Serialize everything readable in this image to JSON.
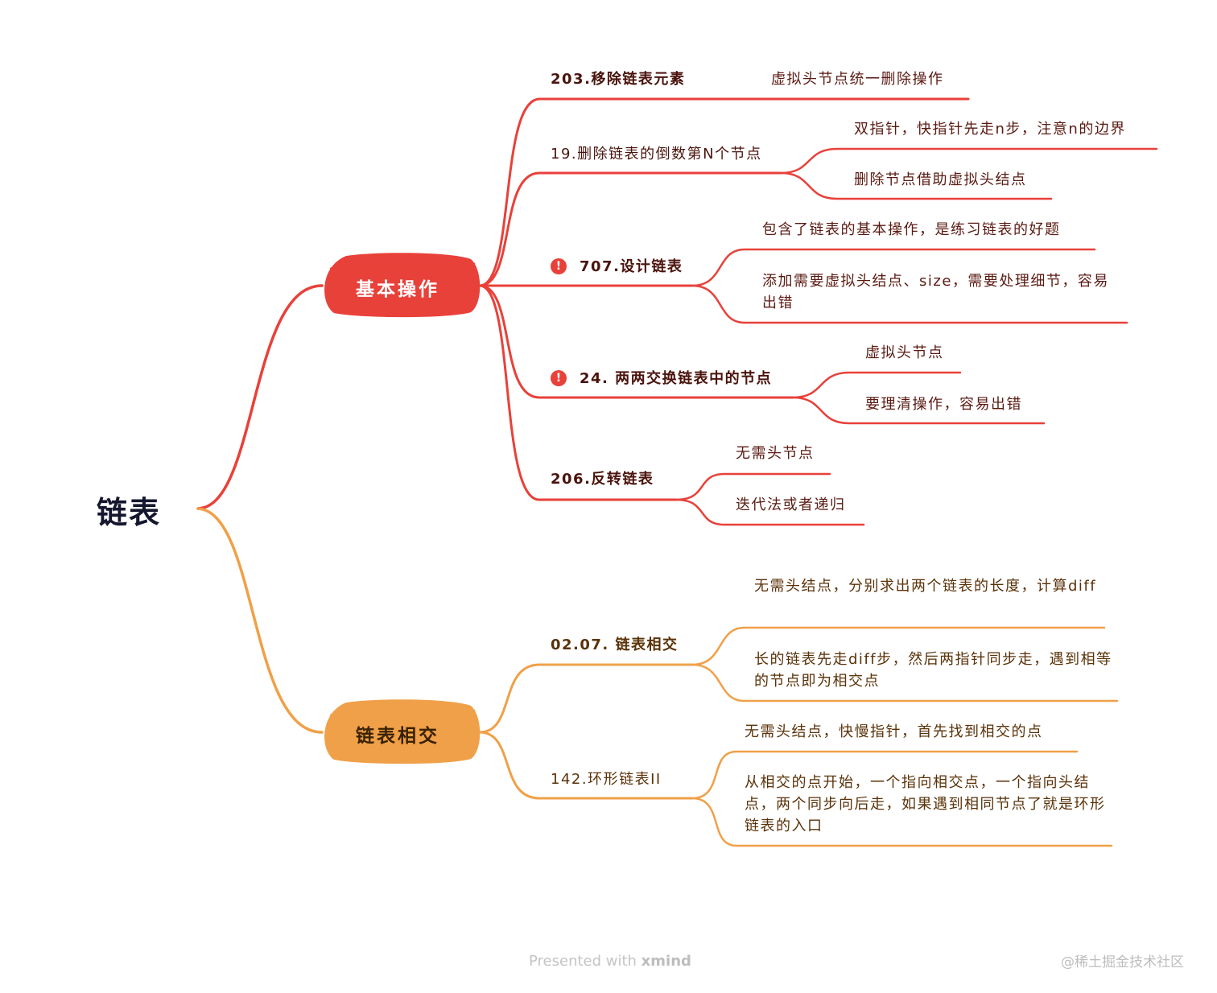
{
  "root": {
    "label": "链表"
  },
  "branches": [
    {
      "label": "基本操作",
      "color": "#e8413a",
      "topics": [
        {
          "label": "203.移除链表元素",
          "notes": [
            "虚拟头节点统一删除操作"
          ]
        },
        {
          "label": "19.删除链表的倒数第N个节点",
          "notes": [
            "双指针，快指针先走n步，注意n的边界",
            "删除节点借助虚拟头结点"
          ]
        },
        {
          "label": "707.设计链表",
          "flag": "!",
          "notes": [
            "包含了链表的基本操作，是练习链表的好题",
            "添加需要虚拟头结点、size，需要处理细节，容易出错"
          ]
        },
        {
          "label": "24. 两两交换链表中的节点",
          "flag": "!",
          "notes": [
            "虚拟头节点",
            "要理清操作，容易出错"
          ]
        },
        {
          "label": "206.反转链表",
          "notes": [
            "无需头节点",
            "迭代法或者递归"
          ]
        }
      ]
    },
    {
      "label": "链表相交",
      "color": "#f0a048",
      "topics": [
        {
          "label": "02.07. 链表相交",
          "notes": [
            "无需头结点，分别求出两个链表的长度，计算diff",
            "长的链表先走diff步，然后两指针同步走，遇到相等的节点即为相交点"
          ]
        },
        {
          "label": "142.环形链表II",
          "notes": [
            "无需头结点，快慢指针，首先找到相交的点",
            "从相交的点开始，一个指向相交点，一个指向头结点，两个同步向后走，如果遇到相同节点了就是环形链表的入口"
          ]
        }
      ]
    }
  ],
  "footer": {
    "prefix": "Presented with ",
    "brand": "xmind"
  },
  "watermark": "@稀土掘金技术社区",
  "icons": {
    "flag": "exclamation-icon"
  }
}
